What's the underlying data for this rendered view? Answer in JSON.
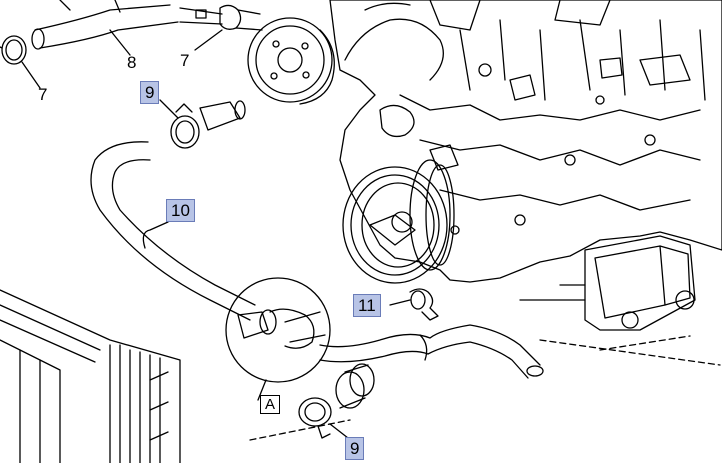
{
  "callouts": {
    "c7_left": "7",
    "c8": "8",
    "c7_top": "7",
    "c9_top": "9",
    "c10": "10",
    "c11": "11",
    "detail_a": "A",
    "c9_bottom": "9"
  },
  "colors": {
    "line": "#000000",
    "callout_fill": "#b8c4e6",
    "callout_border": "#6a7cb8",
    "engine_shade": "#444444"
  }
}
